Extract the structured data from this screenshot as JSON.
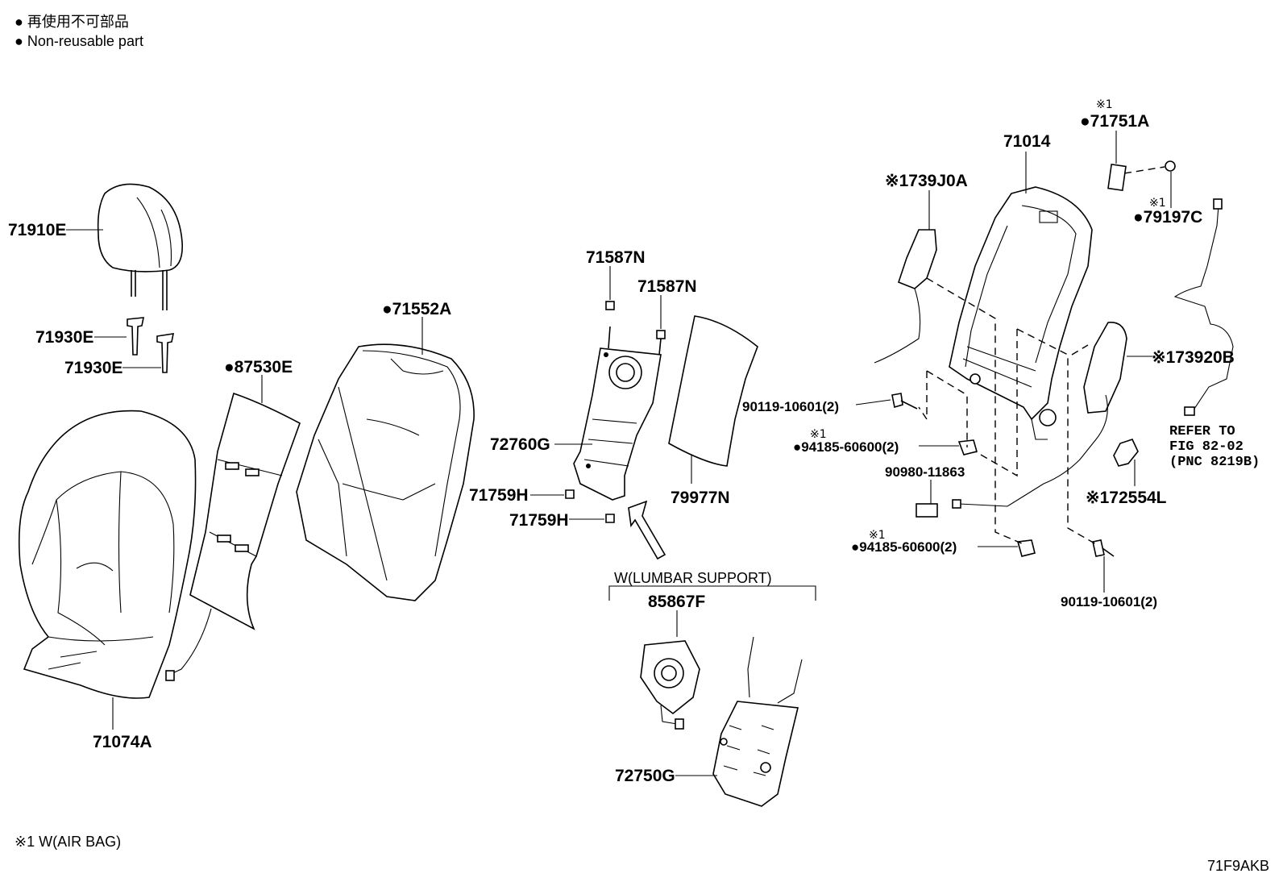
{
  "legend": {
    "line1": "● 再使用不可部品",
    "line2": "● Non-reusable part"
  },
  "footnote": "※1 W(AIR BAG)",
  "figure_code": "71F9AKB",
  "group_label": "W(LUMBAR SUPPORT)",
  "refer": {
    "line1": "REFER TO",
    "line2": "FIG 82-02",
    "line3": "(PNC 8219B)"
  },
  "airbag_mark": "※1",
  "parts": {
    "p71910E": "71910E",
    "p71930E_a": "71930E",
    "p71930E_b": "71930E",
    "p87530E": "●87530E",
    "p71552A": "●71552A",
    "p71074A": "71074A",
    "p71587N_a": "71587N",
    "p71587N_b": "71587N",
    "p72760G": "72760G",
    "p71759H_a": "71759H",
    "p71759H_b": "71759H",
    "p79977N": "79977N",
    "p85867F": "85867F",
    "p72750G": "72750G",
    "p71014": "71014",
    "p71751A": "●71751A",
    "p7391OA": "※1739J0A",
    "p79197C": "●79197C",
    "p73920B": "※173920B",
    "p90119_a": "90119-10601(2)",
    "p94185_a": "●94185-60600(2)",
    "p90980": "90980-11863",
    "p72554L": "※172554L",
    "p94185_b": "●94185-60600(2)",
    "p90119_b": "90119-10601(2)"
  }
}
